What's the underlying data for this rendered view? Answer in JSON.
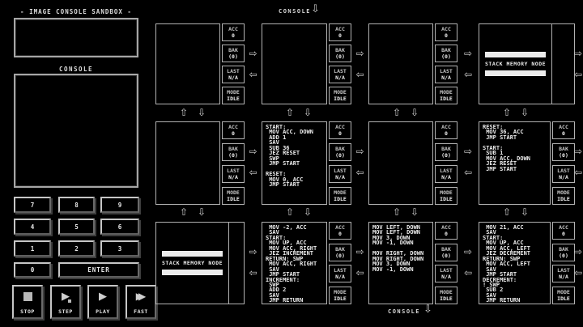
{
  "sandbox": {
    "title": "- IMAGE CONSOLE SANDBOX -",
    "console_label": "CONSOLE"
  },
  "io_labels": {
    "top_console": "CONSOLE",
    "bottom_console": "CONSOLE"
  },
  "keypad": {
    "digit_rows": [
      [
        "7",
        "8",
        "9"
      ],
      [
        "4",
        "5",
        "6"
      ],
      [
        "1",
        "2",
        "3"
      ]
    ],
    "zero": "0",
    "enter": "ENTER"
  },
  "transport": [
    {
      "name": "stop",
      "label": "STOP",
      "icon": "stop-square-icon"
    },
    {
      "name": "step",
      "label": "STEP",
      "icon": "step-icon"
    },
    {
      "name": "play",
      "label": "PLAY",
      "icon": "play-icon"
    },
    {
      "name": "fast",
      "label": "FAST",
      "icon": "fast-forward-icon"
    }
  ],
  "register_labels": [
    "ACC",
    "BAK",
    "LAST",
    "MODE"
  ],
  "registers_default": [
    "0",
    "(0)",
    "N/A",
    "IDLE"
  ],
  "stack_node_label": "STACK MEMORY NODE",
  "icons": {
    "arrow_right": "⇨",
    "arrow_left": "⇦",
    "arrow_up": "⇧",
    "arrow_down": "⇩"
  },
  "colors": {
    "background": "#000000",
    "node_border": "#b2b2b2",
    "text": "#ececec",
    "stack_bar": "#ececec"
  },
  "grid": {
    "rows": 3,
    "cols": 4,
    "nodes": [
      {
        "row": 1,
        "col": 1,
        "type": "compute",
        "code": ""
      },
      {
        "row": 1,
        "col": 2,
        "type": "compute",
        "code": ""
      },
      {
        "row": 1,
        "col": 3,
        "type": "compute",
        "code": ""
      },
      {
        "row": 1,
        "col": 4,
        "type": "stack"
      },
      {
        "row": 2,
        "col": 1,
        "type": "compute",
        "code": ""
      },
      {
        "row": 2,
        "col": 2,
        "type": "compute",
        "code": "START:\n MOV ACC, DOWN\n ADD 1\n SAV\n SUB 36\n JEZ RESET\n SWP\n JMP START\n\nRESET:\n MOV 0, ACC\n JMP START"
      },
      {
        "row": 2,
        "col": 3,
        "type": "compute",
        "code": ""
      },
      {
        "row": 2,
        "col": 4,
        "type": "compute",
        "code": "RESET:\n MOV 36, ACC\n JMP START\n\nSTART:\n SUB 1\n MOV ACC, DOWN\n JEZ RESET\n JMP START"
      },
      {
        "row": 3,
        "col": 1,
        "type": "stack"
      },
      {
        "row": 3,
        "col": 2,
        "type": "compute",
        "code": " MOV -2, ACC\n SAV\nSTART:\n MOV UP, ACC\n MOV ACC, RIGHT\n JEZ INCREMENT\nRETURN: SWP\n MOV ACC, RIGHT\n SAV\n JMP START\nINCREMENT:\n SWP\n ADD 2\n SAV\n JMP RETURN"
      },
      {
        "row": 3,
        "col": 3,
        "type": "compute",
        "code": "MOV LEFT, DOWN\nMOV LEFT, DOWN\nMOV 3, DOWN\nMOV -1, DOWN\n\nMOV RIGHT, DOWN\nMOV RIGHT, DOWN\nMOV 3, DOWN\nMOV -1, DOWN"
      },
      {
        "row": 3,
        "col": 4,
        "type": "compute",
        "code": " MOV 21, ACC\n SAV\nSTART:\n MOV UP, ACC\n MOV ACC, LEFT\n JEZ DECREMENT\nRETURN: SWP\n MOV ACC, LEFT\n SAV\n JMP START\nDECREMENT:\n! SWP\n SUB 2\n SAV\n JMP RETURN"
      }
    ]
  }
}
